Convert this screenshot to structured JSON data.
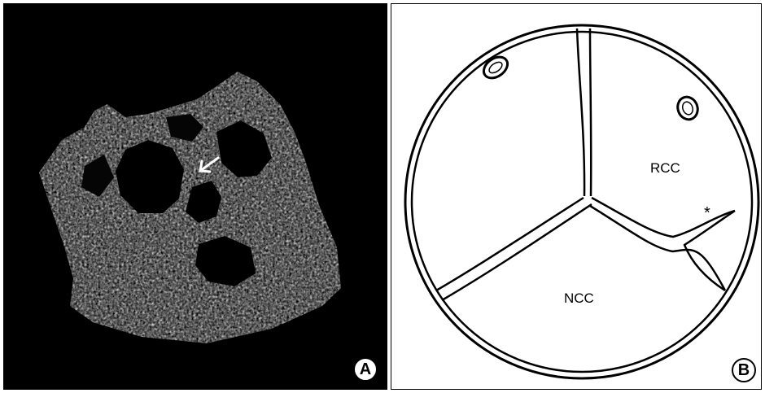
{
  "panels": {
    "a": {
      "badge": "A"
    },
    "b": {
      "badge": "B",
      "labels": {
        "rcc": "RCC",
        "ncc": "NCC",
        "asterisk": "*"
      }
    }
  },
  "colors": {
    "background_a": "#000000",
    "background_b": "#ffffff",
    "ink": "#000000"
  },
  "icons": {
    "arrow": "arrow-icon"
  }
}
